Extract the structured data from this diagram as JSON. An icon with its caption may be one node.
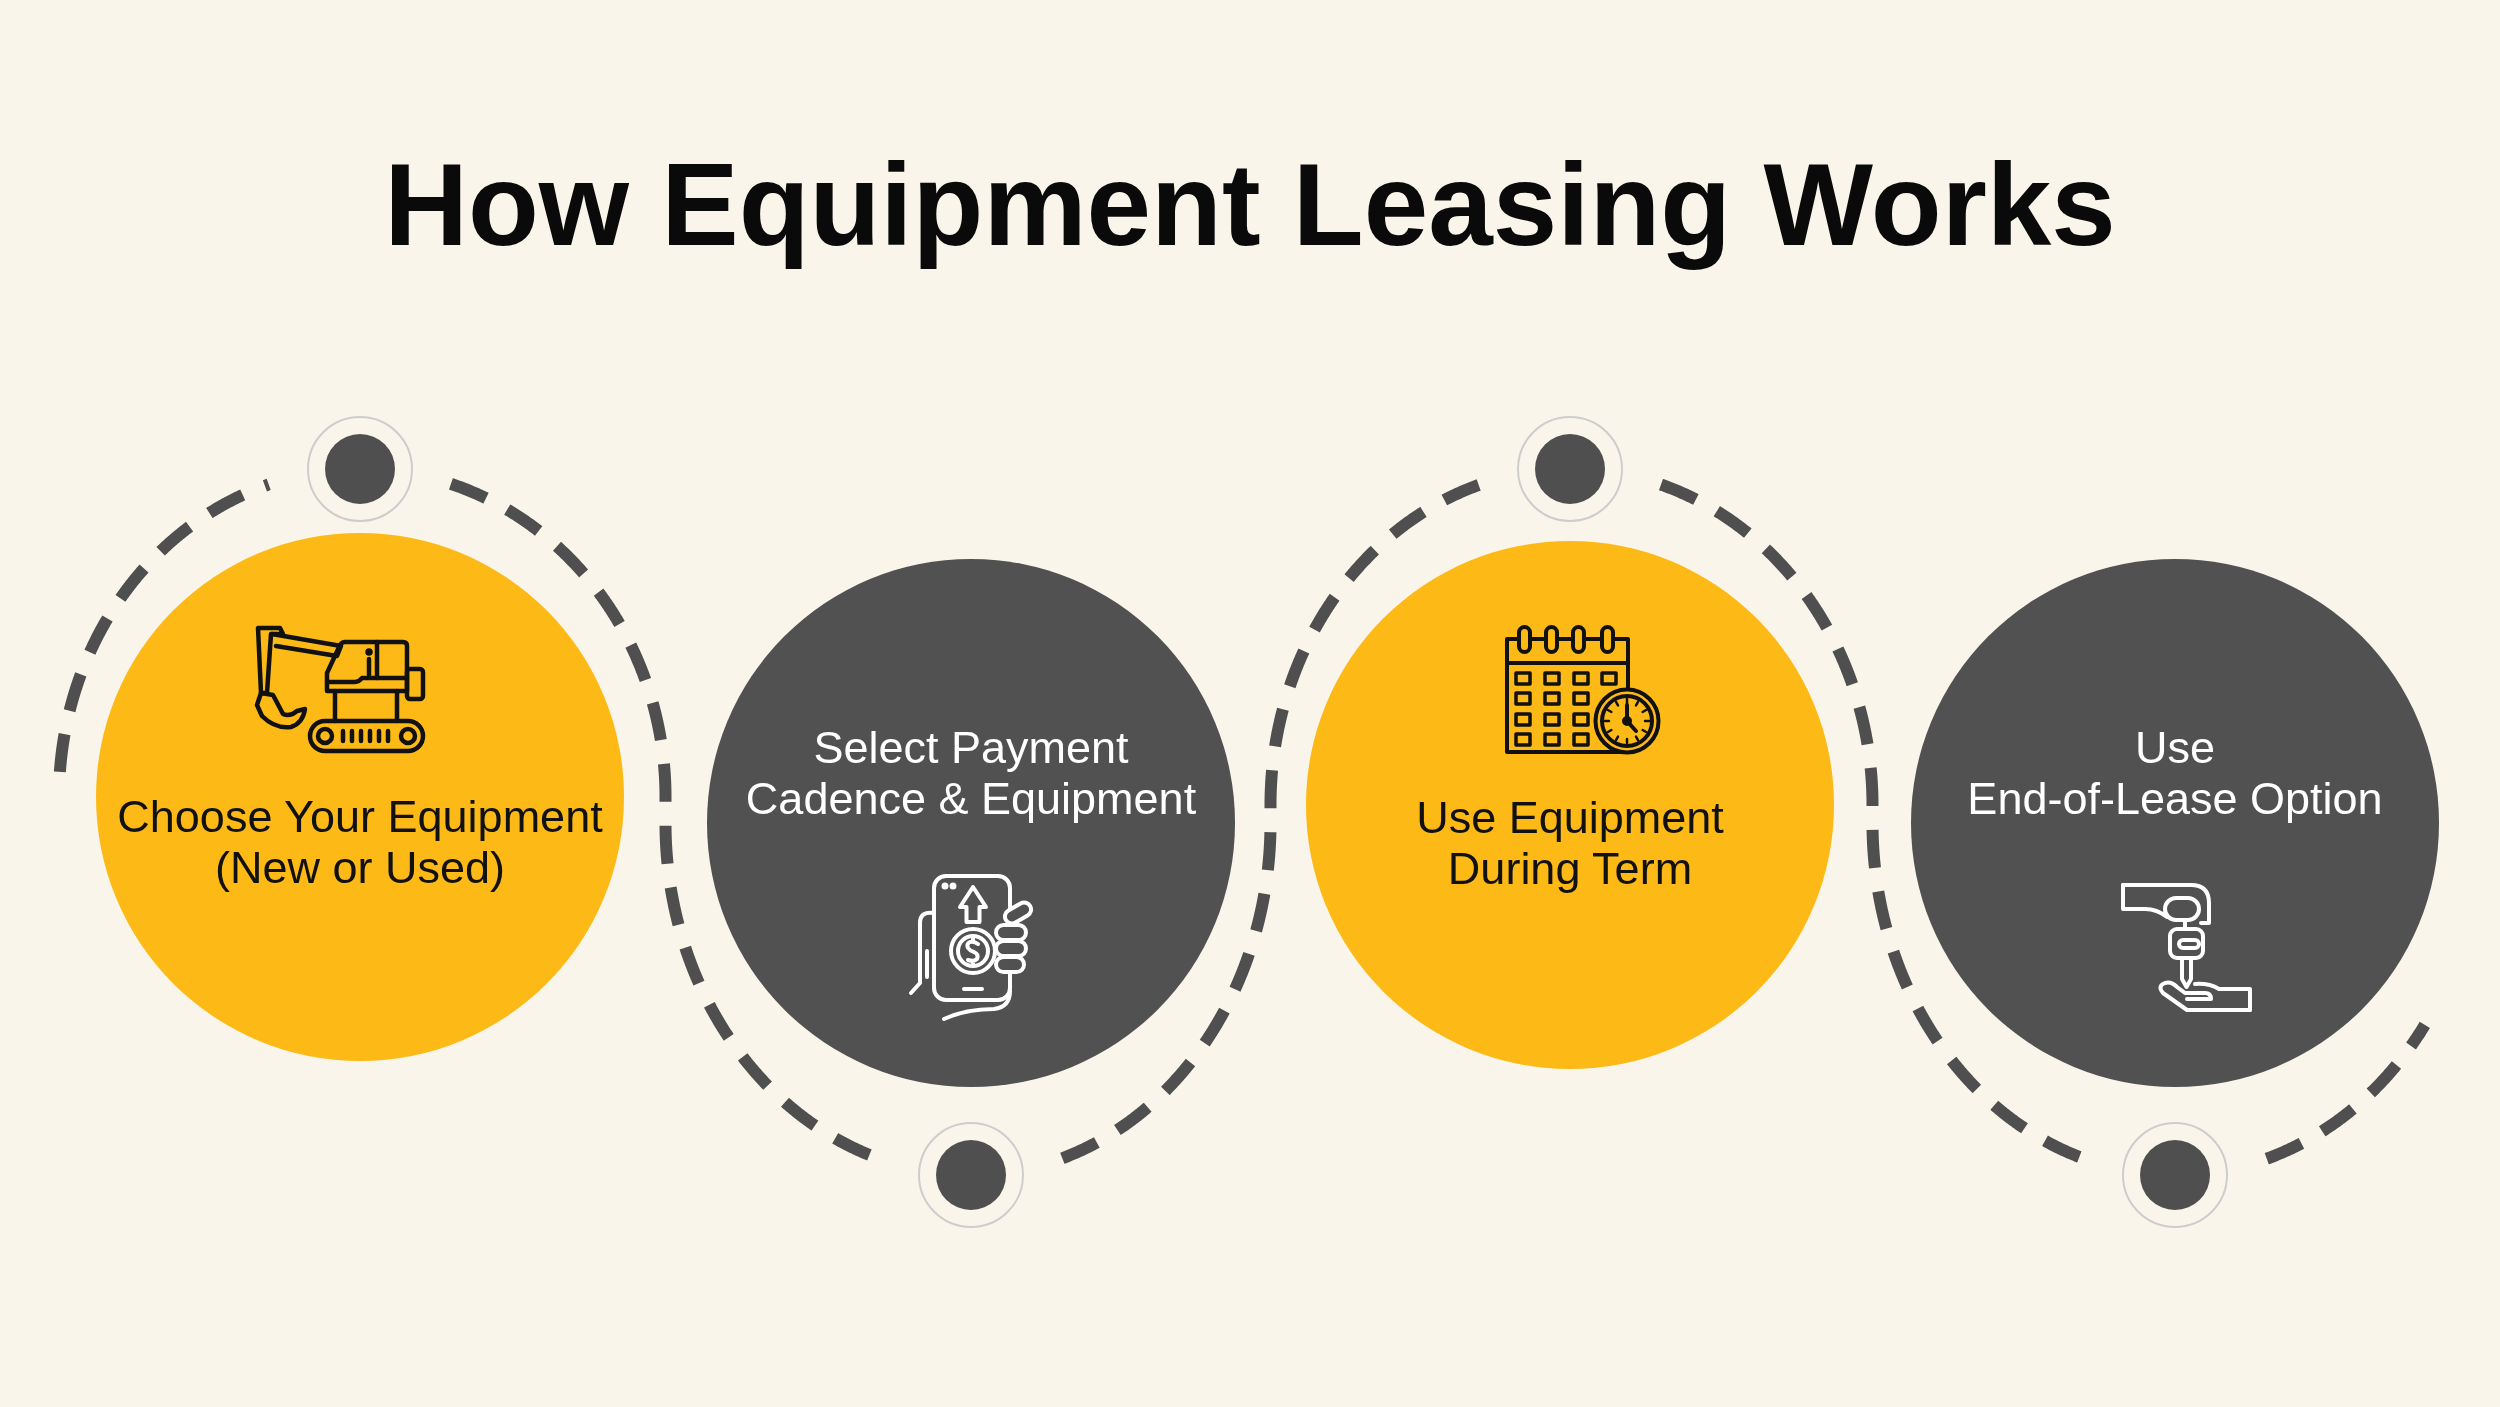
{
  "diagram": {
    "title": "How Equipment Leasing Works",
    "nodes": [
      {
        "text": [
          "Choose Your Equipment (New or Used)"
        ]
      },
      {
        "text": [
          "Select Payment Cadence & Equipment"
        ]
      },
      {
        "text": [
          "Use Equipment During Term"
        ]
      },
      {
        "text": [
          "Use End-of-Lease Option"
        ]
      }
    ]
  }
}
